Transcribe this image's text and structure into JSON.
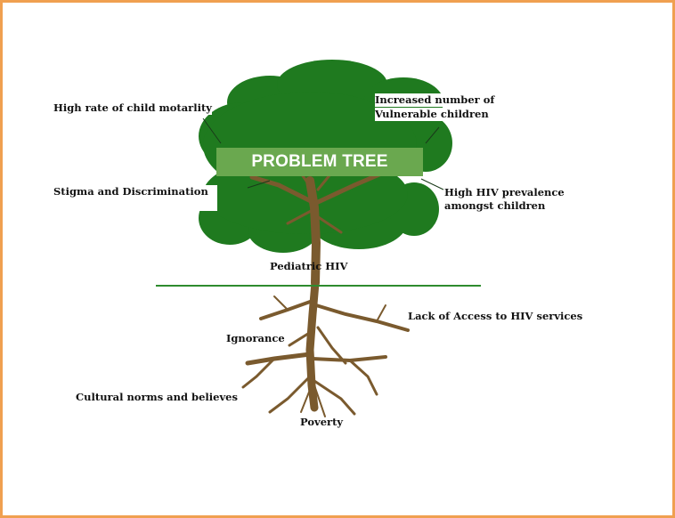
{
  "diagram": {
    "banner_title": "PROBLEM TREE",
    "core_problem": "Pediatric HIV",
    "effects": {
      "child_mortality": "High rate of child motarlity",
      "vulnerable_children_line1": "Increased number of",
      "vulnerable_children_line2": "Vulnerable children",
      "stigma": "Stigma and Discrimination",
      "prevalence_line1": "High HIV prevalence",
      "prevalence_line2": "amongst children"
    },
    "causes": {
      "access": "Lack of Access to HIV services",
      "ignorance": "Ignorance",
      "cultural": "Cultural norms and believes",
      "poverty": "Poverty"
    }
  },
  "colors": {
    "canopy": "#1f7a1f",
    "banner": "#6aa84f",
    "trunk": "#7a5a2e",
    "ground_line": "#2e8b2e",
    "frame": "#f0a050"
  }
}
